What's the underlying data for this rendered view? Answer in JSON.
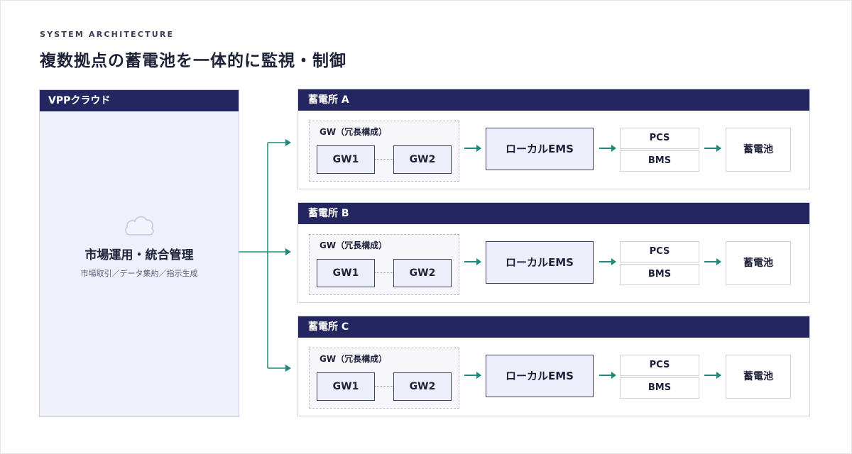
{
  "eyebrow": "SYSTEM ARCHITECTURE",
  "title": "複数拠点の蓄電池を一体的に監視・制御",
  "cloud": {
    "header": "VPPクラウド",
    "icon": "cloud-icon",
    "main": "市場運用・統合管理",
    "sub": "市場取引／データ集約／指示生成"
  },
  "sites": [
    {
      "name": "蓄電所 A",
      "gw_group": "GW（冗長構成）",
      "gw1": "GW1",
      "gw2": "GW2",
      "ems": "ローカルEMS",
      "pcs": "PCS",
      "bms": "BMS",
      "battery": "蓄電池"
    },
    {
      "name": "蓄電所 B",
      "gw_group": "GW（冗長構成）",
      "gw1": "GW1",
      "gw2": "GW2",
      "ems": "ローカルEMS",
      "pcs": "PCS",
      "bms": "BMS",
      "battery": "蓄電池"
    },
    {
      "name": "蓄電所 C",
      "gw_group": "GW（冗長構成）",
      "gw1": "GW1",
      "gw2": "GW2",
      "ems": "ローカルEMS",
      "pcs": "PCS",
      "bms": "BMS",
      "battery": "蓄電池"
    }
  ],
  "colors": {
    "header": "#232660",
    "accent": "#1f8a78",
    "panel": "#eef0fb"
  }
}
